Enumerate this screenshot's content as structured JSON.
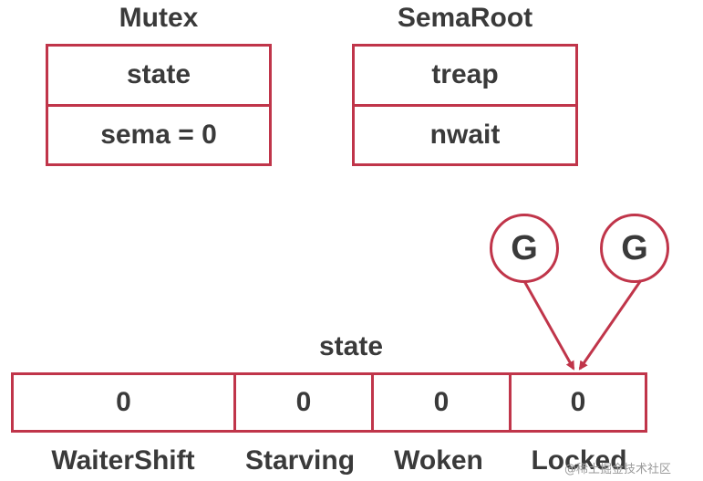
{
  "mutex": {
    "title": "Mutex",
    "fields": [
      "state",
      "sema = 0"
    ]
  },
  "semaroot": {
    "title": "SemaRoot",
    "fields": [
      "treap",
      "nwait"
    ]
  },
  "state_word": {
    "title": "state",
    "bits": [
      {
        "value": "0",
        "label": "WaiterShift"
      },
      {
        "value": "0",
        "label": "Starving"
      },
      {
        "value": "0",
        "label": "Woken"
      },
      {
        "value": "0",
        "label": "Locked"
      }
    ]
  },
  "goroutines": [
    "G",
    "G"
  ],
  "watermark": "@稀土掘金技术社区",
  "colors": {
    "accent": "#c0354a",
    "text": "#3a3a3a"
  }
}
